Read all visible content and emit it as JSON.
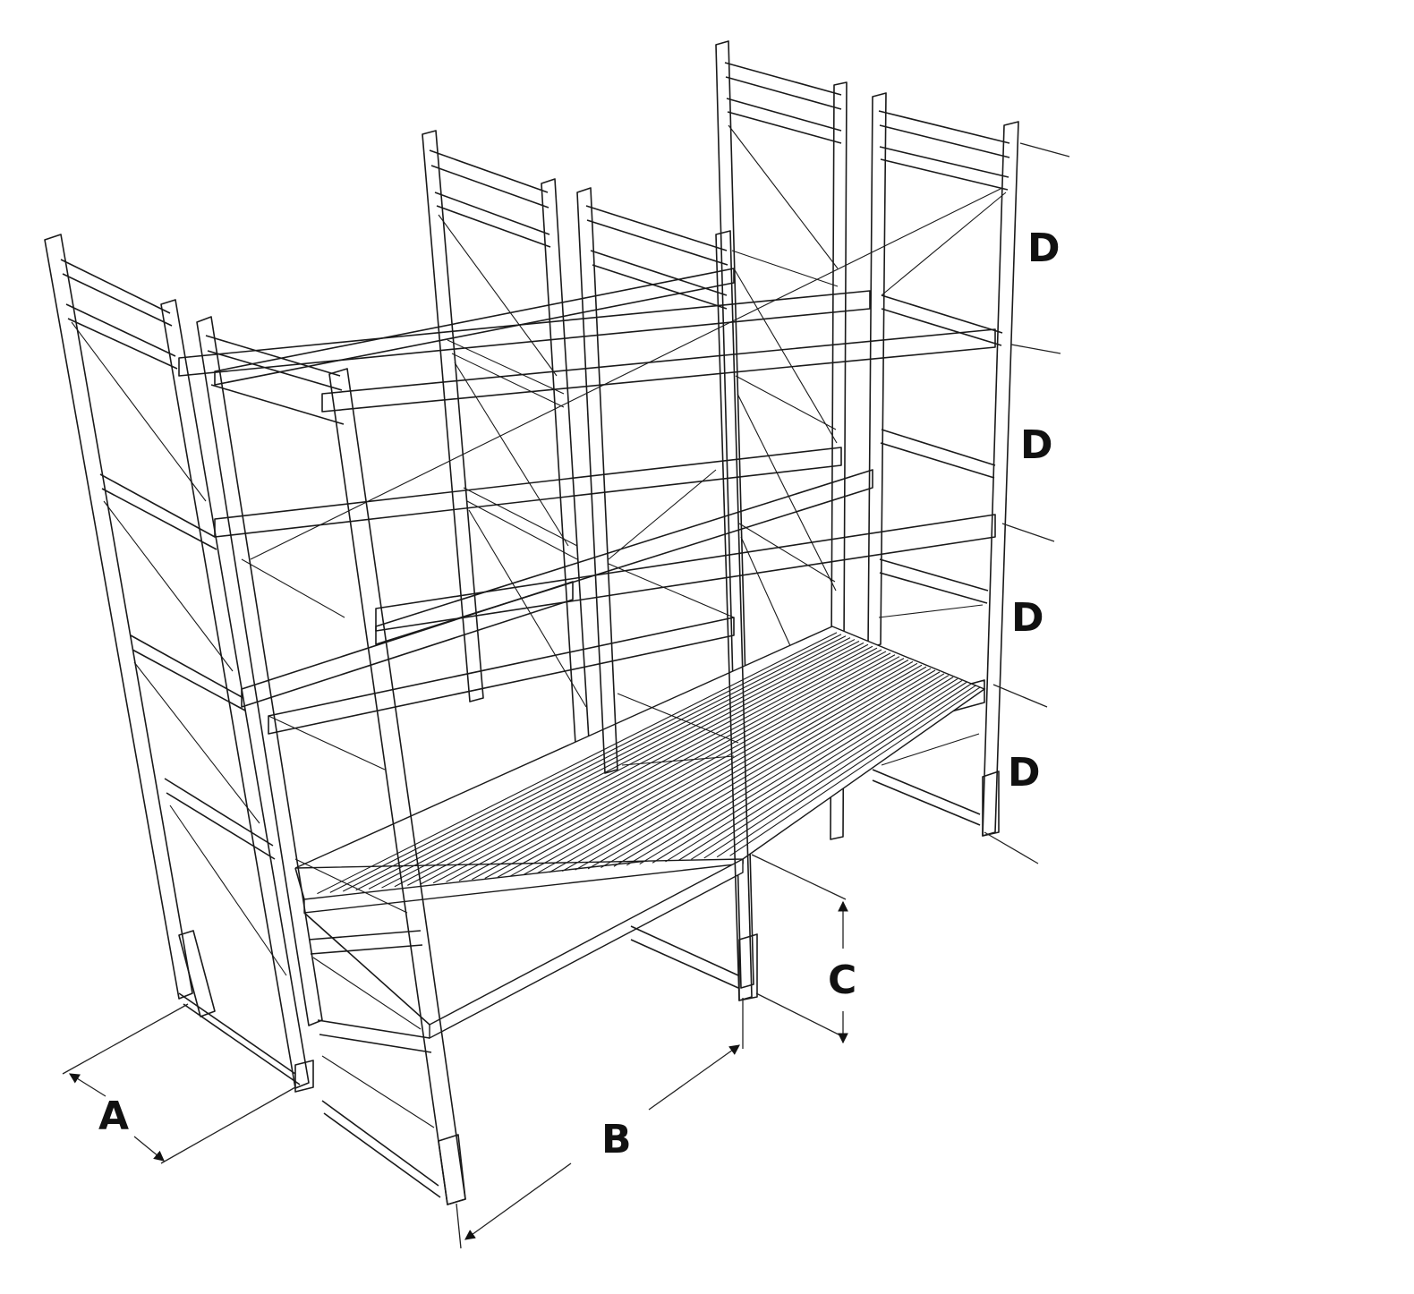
{
  "labels": {
    "depth": "A",
    "bay_width": "B",
    "first_level_height": "C",
    "level_spacing": "D"
  },
  "colors": {
    "line": "#1a1a1a",
    "background": "#ffffff"
  }
}
